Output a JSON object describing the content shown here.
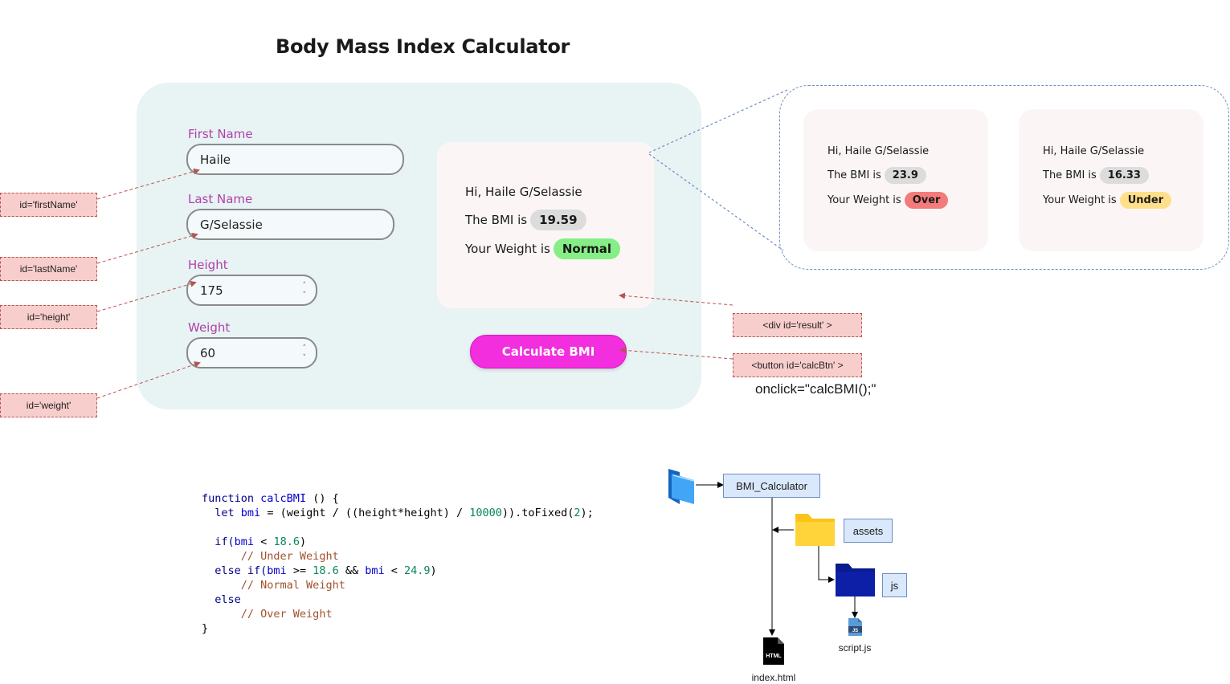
{
  "title": "Body Mass Index Calculator",
  "form": {
    "first_name_label": "First Name",
    "first_name_value": "Haile",
    "last_name_label": "Last Name",
    "last_name_value": "G/Selassie",
    "height_label": "Height",
    "height_value": "175",
    "weight_label": "Weight",
    "weight_value": "60",
    "button_label": "Calculate BMI"
  },
  "result": {
    "greeting": "Hi, Haile G/Selassie",
    "bmi_prefix": "The BMI is",
    "bmi_value": "19.59",
    "weight_prefix": "Your Weight is",
    "status": "Normal",
    "status_color": "#86ee86"
  },
  "states": [
    {
      "greeting": "Hi, Haile G/Selassie",
      "bmi_prefix": "The BMI is",
      "bmi_value": "23.9",
      "weight_prefix": "Your Weight is",
      "status": "Over",
      "status_color": "#f47b7b"
    },
    {
      "greeting": "Hi, Haile G/Selassie",
      "bmi_prefix": "The BMI is",
      "bmi_value": "16.33",
      "weight_prefix": "Your Weight is",
      "status": "Under",
      "status_color": "#ffe08a"
    }
  ],
  "annotations": {
    "first_name_id": "id='firstName'",
    "last_name_id": "id='lastName'",
    "height_id": "id='height'",
    "weight_id": "id='weight'",
    "result_div": "<div id='result' >",
    "calc_btn": "<button id='calcBtn' >",
    "onclick": "onclick=\"calcBMI();\""
  },
  "code": {
    "l1_kw": "function",
    "l1_fn": "calcBMI",
    "l1_rest": " () {",
    "l2_kw": "let",
    "l2_var": "bmi",
    "l2_a": " = (weight / ((height*height) / ",
    "l2_num": "10000",
    "l2_b": ")).toFixed(",
    "l2_num2": "2",
    "l2_c": ");",
    "l4_a": "if(",
    "l4_var": "bmi",
    "l4_b": " < ",
    "l4_num": "18.6",
    "l4_c": ")",
    "l5_comment": "// Under Weight",
    "l6_a": "else if(",
    "l6_var": "bmi",
    "l6_b": " >= ",
    "l6_num": "18.6",
    "l6_c": " && ",
    "l6_var2": "bmi",
    "l6_d": " < ",
    "l6_num2": "24.9",
    "l6_e": ")",
    "l7_comment": "// Normal Weight",
    "l8": "else",
    "l9_comment": "// Over Weight",
    "l10": "}"
  },
  "file_tree": {
    "root": "BMI_Calculator",
    "assets_folder": "assets",
    "js_folder": "js",
    "script_file": "script.js",
    "index_file": "index.html",
    "html_badge": "HTML",
    "js_badge": "JS"
  }
}
